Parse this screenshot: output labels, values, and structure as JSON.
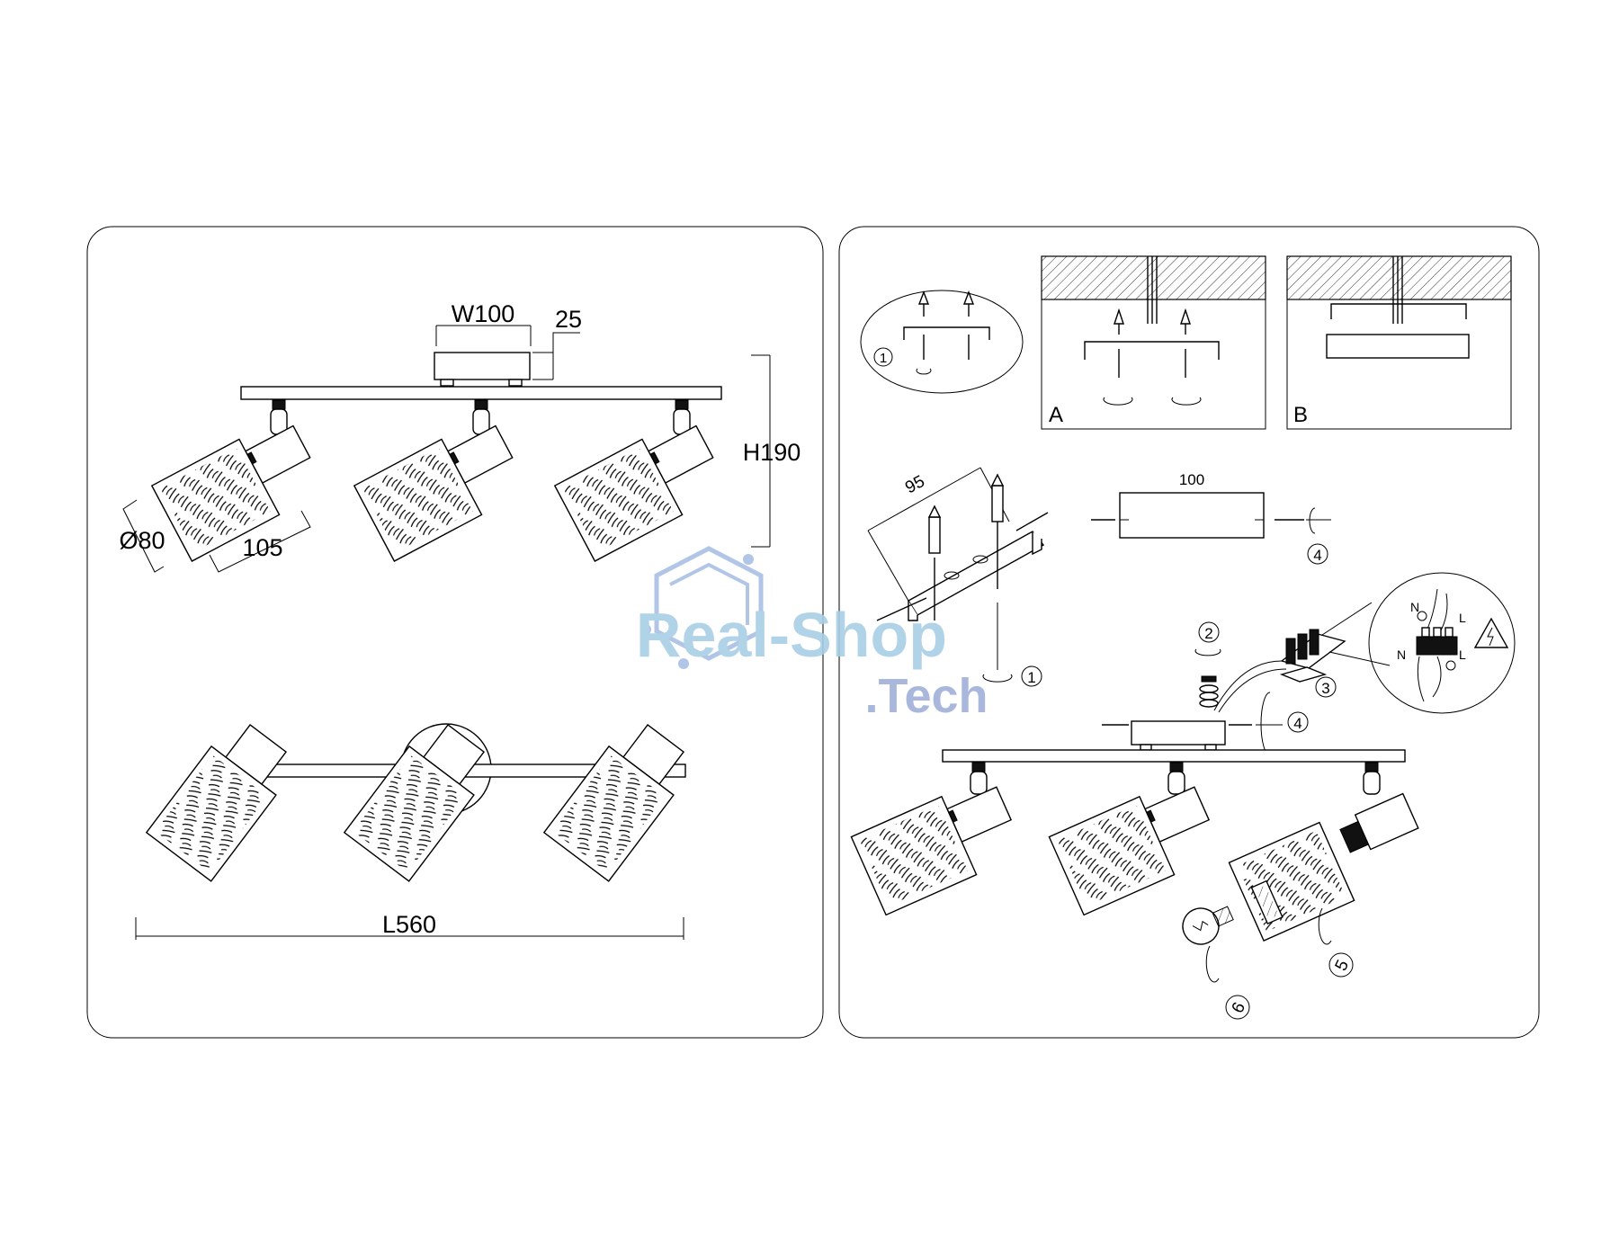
{
  "dimensions": {
    "width": "W100",
    "depth": "25",
    "height": "H190",
    "diameter": "Ø80",
    "shade_length": "105",
    "length": "L560"
  },
  "install": {
    "panel_a_label": "A",
    "panel_b_label": "B",
    "bracket_hole_spacing": "95",
    "canopy_width": "100"
  },
  "steps": [
    "1",
    "2",
    "3",
    "4",
    "5",
    "6"
  ],
  "wiring": {
    "neutral": "N",
    "live": "L"
  },
  "watermark": {
    "line1": "Real-Shop",
    "line2": ".Tech",
    "color": "#a9cfe6"
  }
}
